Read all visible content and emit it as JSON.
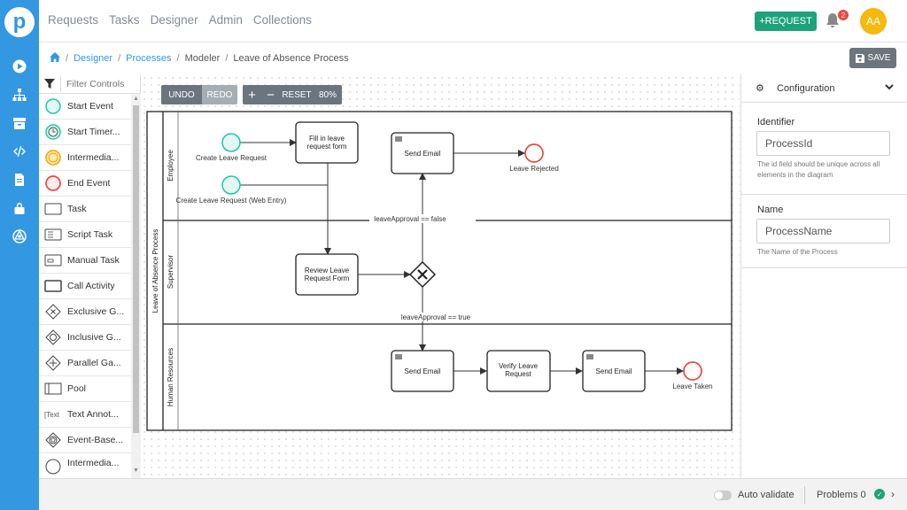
{
  "nav": {
    "links": [
      "Requests",
      "Tasks",
      "Designer",
      "Admin",
      "Collections"
    ],
    "request_button": "REQUEST",
    "notification_count": "2",
    "avatar_initials": "AA"
  },
  "breadcrumb": {
    "items": [
      "Designer",
      "Processes",
      "Modeler",
      "Leave of Absence Process"
    ]
  },
  "save_button": "SAVE",
  "controls": {
    "filter_placeholder": "Filter Controls",
    "items": [
      "Start Event",
      "Start Timer...",
      "Intermedia...",
      "End Event",
      "Task",
      "Script Task",
      "Manual Task",
      "Call Activity",
      "Exclusive G...",
      "Inclusive G...",
      "Parallel Ga...",
      "Pool",
      "Text Annot...",
      "Event-Base...",
      "Intermedia..."
    ],
    "text_icon": "[Text"
  },
  "toolbar": {
    "undo": "UNDO",
    "redo": "REDO",
    "plus": "+",
    "minus": "−",
    "reset": "RESET",
    "zoom": "80%"
  },
  "diagram": {
    "pool": "Leave of Absence Process",
    "lanes": [
      "Employee",
      "Supervisor",
      "Human Resources"
    ],
    "start1": "Create Leave Request",
    "start2": "Create Leave Request (Web Entry)",
    "task_fill": [
      "Fill in leave",
      "request form"
    ],
    "task_email1": "Send Email",
    "end_rejected": "Leave Rejected",
    "cond_false": "leaveApproval == false",
    "task_review": [
      "Review Leave",
      "Request Form"
    ],
    "cond_true": "leaveApproval == true",
    "task_email2": "Send Email",
    "task_verify": [
      "Verify Leave",
      "Request"
    ],
    "task_email3": "Send Email",
    "end_taken": "Leave Taken"
  },
  "config": {
    "title": "Configuration",
    "identifier_label": "Identifier",
    "identifier_value": "ProcessId",
    "identifier_help": "The id field should be unique across all elements in the diagram",
    "name_label": "Name",
    "name_value": "ProcessName",
    "name_help": "The Name of the Process"
  },
  "status": {
    "auto_validate": "Auto validate",
    "problems": "Problems 0"
  },
  "colors": {
    "primary": "#3397e1",
    "request": "#1ea27b",
    "avatar": "#f5b90f",
    "start_event": "#1ac8a8",
    "end_event": "#e8483f"
  }
}
